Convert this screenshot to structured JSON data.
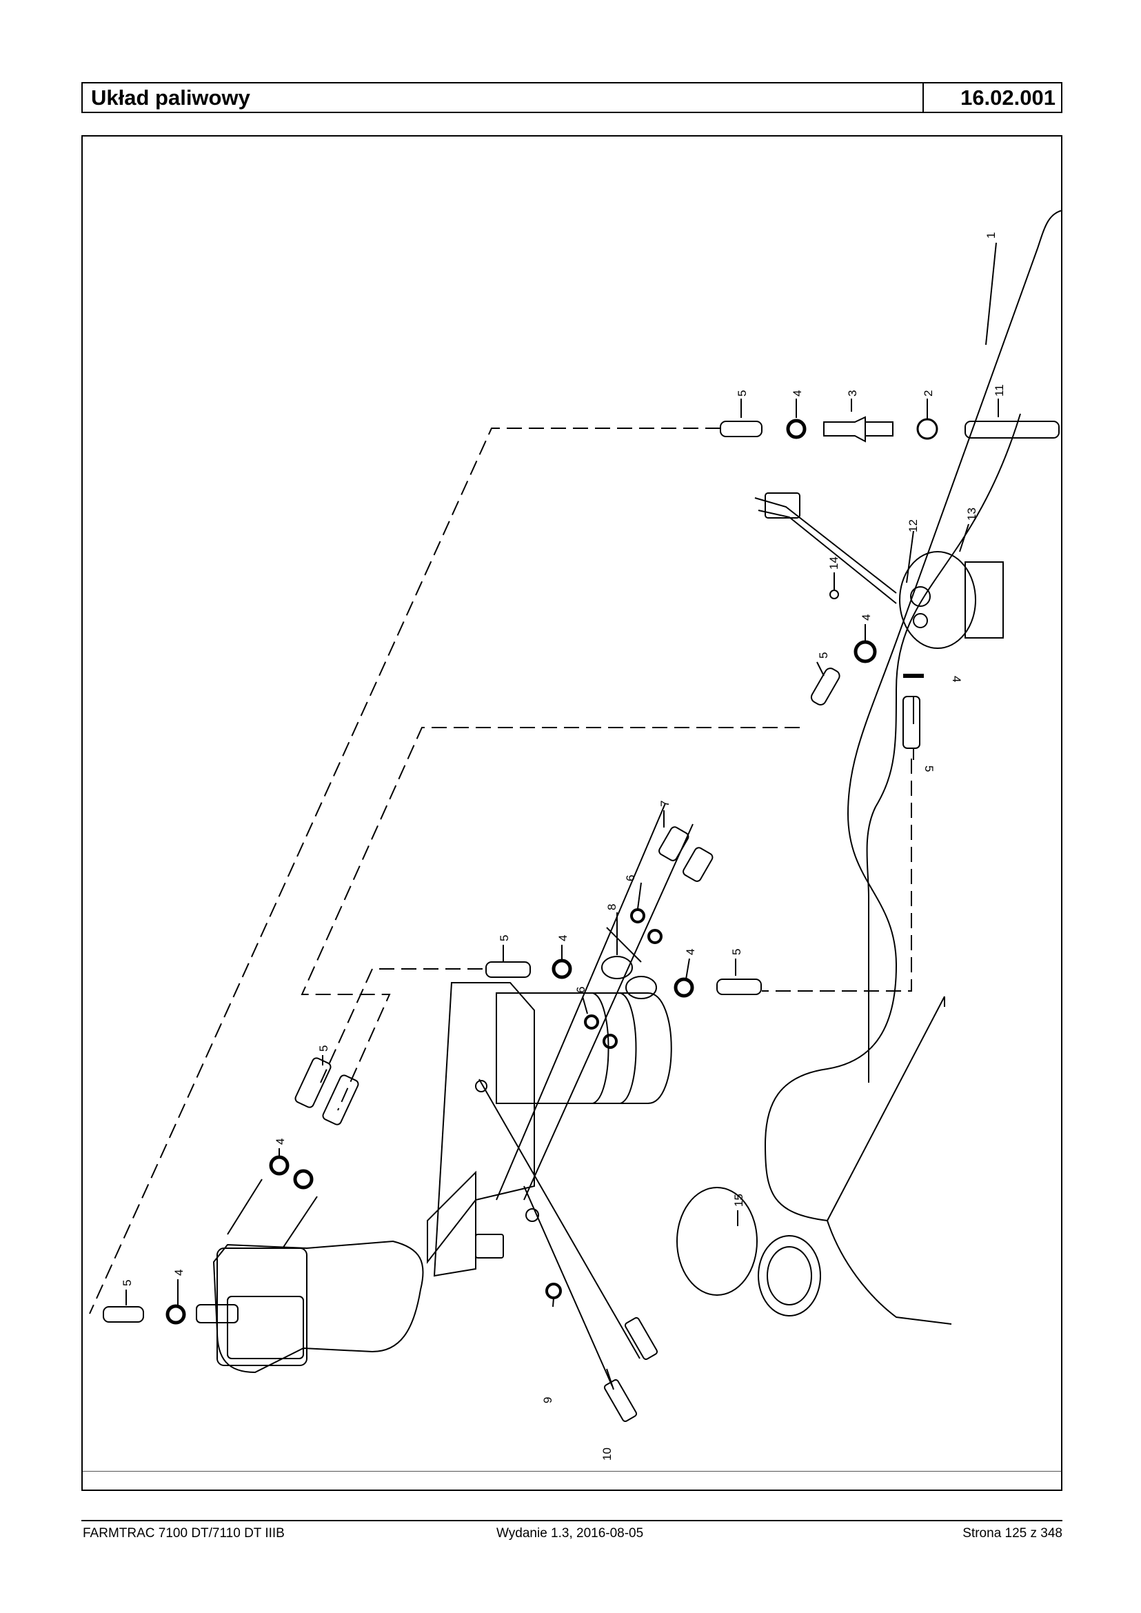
{
  "header": {
    "title": "Układ paliwowy",
    "code": "16.02.001"
  },
  "callouts": [
    "1",
    "2",
    "3",
    "4",
    "5",
    "6",
    "7",
    "8",
    "9",
    "10",
    "11",
    "12",
    "13",
    "14",
    "15"
  ],
  "footer": {
    "model": "FARMTRAC 7100 DT/7110 DT IIIB",
    "edition": "Wydanie 1.3,  2016-08-05",
    "page": "Strona 125 z 348"
  }
}
